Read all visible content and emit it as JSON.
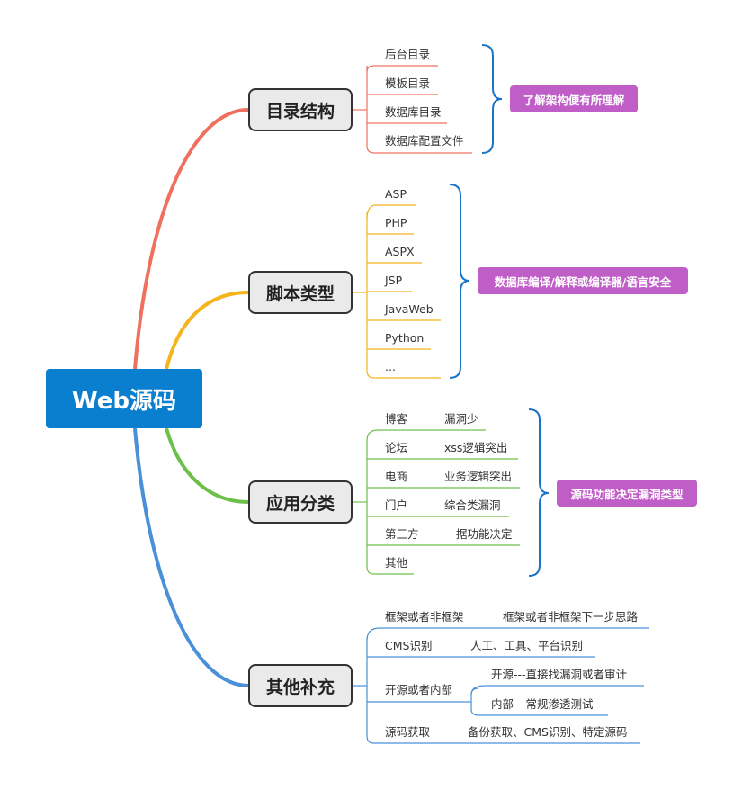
{
  "root": {
    "label": "Web源码"
  },
  "colors": {
    "root": "#0a7ecf",
    "red": "#f07060",
    "orange": "#f5b31c",
    "green": "#6cc04a",
    "blue": "#4a90d9",
    "brace": "#1a73c8",
    "summary": "#c05ec8"
  },
  "branches": [
    {
      "label": "目录结构",
      "items": [
        "后台目录",
        "模板目录",
        "数据库目录",
        "数据库配置文件"
      ],
      "summary": "了解架构便有所理解"
    },
    {
      "label": "脚本类型",
      "items": [
        "ASP",
        "PHP",
        "ASPX",
        "JSP",
        "JavaWeb",
        "Python",
        "..."
      ],
      "summary": "数据库编译/解释或编译器/语言安全"
    },
    {
      "label": "应用分类",
      "items": [
        {
          "label": "博客",
          "note": "漏洞少"
        },
        {
          "label": "论坛",
          "note": "xss逻辑突出"
        },
        {
          "label": "电商",
          "note": "业务逻辑突出"
        },
        {
          "label": "门户",
          "note": "综合类漏洞"
        },
        {
          "label": "第三方",
          "note": "据功能决定"
        },
        {
          "label": "其他",
          "note": ""
        }
      ],
      "summary": "源码功能决定漏洞类型"
    },
    {
      "label": "其他补充",
      "items": [
        {
          "label": "框架或者非框架",
          "note": "框架或者非框架下一步思路"
        },
        {
          "label": "CMS识别",
          "note": "人工、工具、平台识别"
        },
        {
          "label": "开源或者内部",
          "subs": [
            "开源---直接找漏洞或者审计",
            "内部---常规渗透测试"
          ]
        },
        {
          "label": "源码获取",
          "note": "备份获取、CMS识别、特定源码"
        }
      ]
    }
  ]
}
